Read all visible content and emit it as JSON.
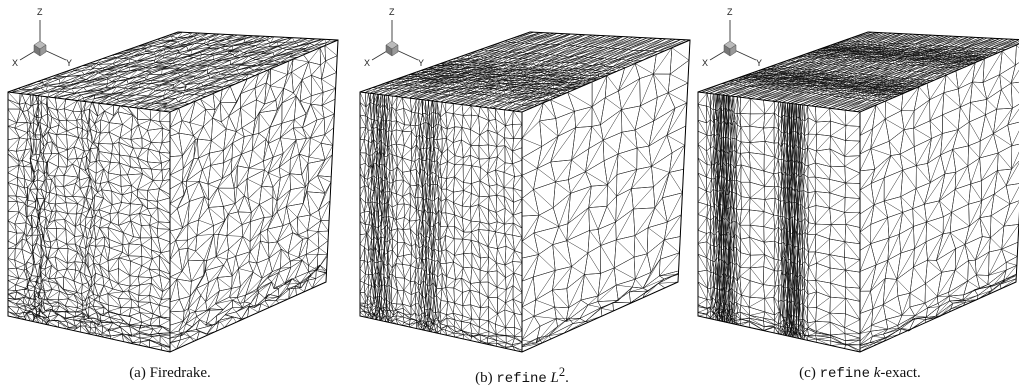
{
  "axis_labels": {
    "z": "Z",
    "x": "X",
    "y": "Y"
  },
  "panels": [
    {
      "id": "a",
      "caption_prefix": "(a) Firedrake.",
      "caption_mono": "",
      "caption_italic": "",
      "caption_sup": "",
      "caption_suffix": "",
      "mesh_style": "uniform"
    },
    {
      "id": "b",
      "caption_prefix": "(b) ",
      "caption_mono": "refine",
      "caption_italic": " L",
      "caption_sup": "2",
      "caption_suffix": ".",
      "mesh_style": "refine-l2"
    },
    {
      "id": "c",
      "caption_prefix": "(c) ",
      "caption_mono": "refine",
      "caption_italic": " k",
      "caption_sup": "",
      "caption_suffix": "-exact.",
      "mesh_style": "refine-kexact"
    }
  ]
}
